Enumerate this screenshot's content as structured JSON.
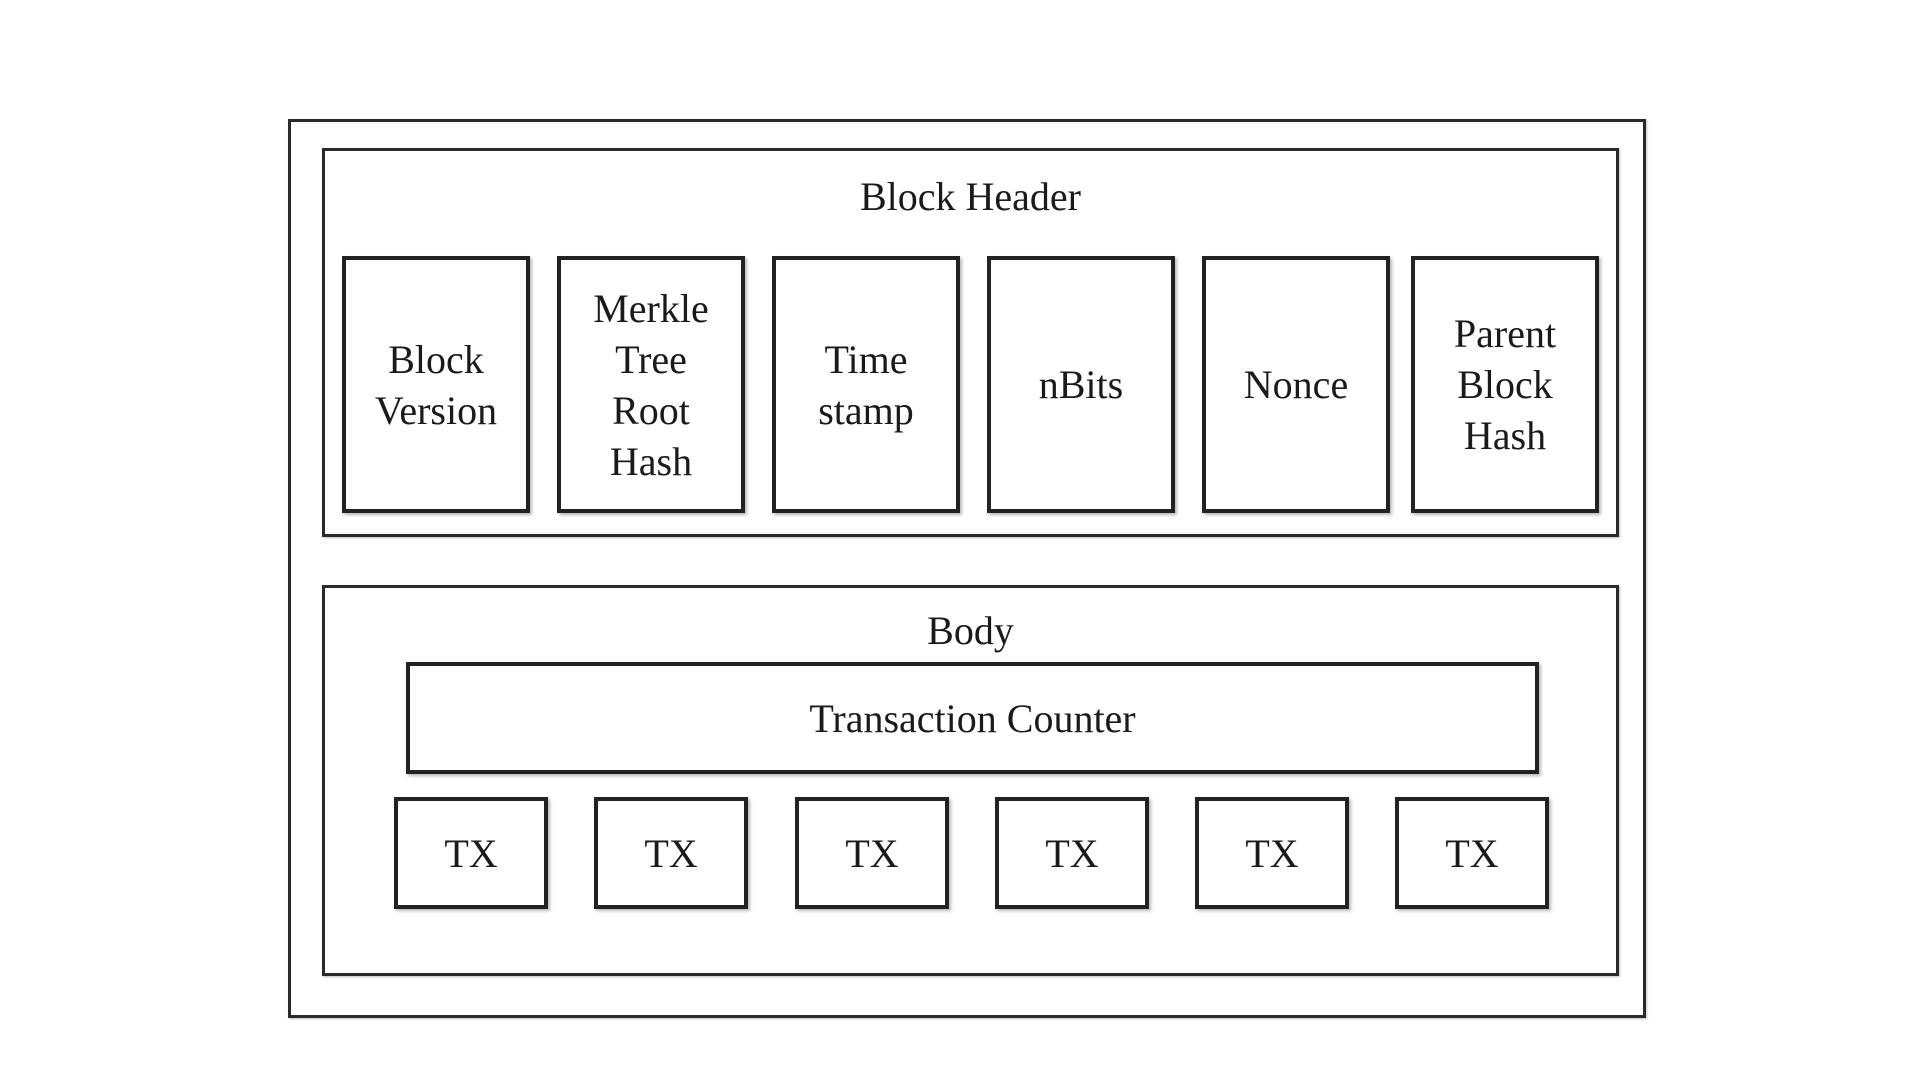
{
  "block_header": {
    "title": "Block Header",
    "fields": [
      "Block\nVersion",
      "Merkle\nTree\nRoot\nHash",
      "Time\nstamp",
      "nBits",
      "Nonce",
      "Parent\nBlock\nHash"
    ]
  },
  "body": {
    "title": "Body",
    "transaction_counter": "Transaction Counter",
    "transactions": [
      "TX",
      "TX",
      "TX",
      "TX",
      "TX",
      "TX"
    ]
  }
}
